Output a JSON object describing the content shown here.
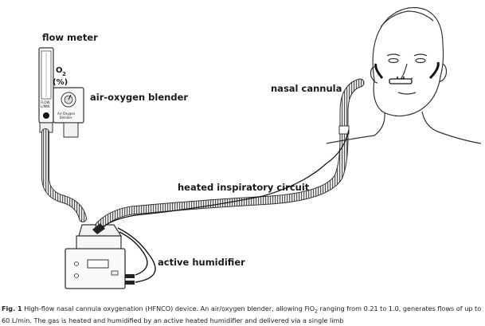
{
  "labels": {
    "flow_meter": "flow meter",
    "o2_symbol": "O",
    "o2_subscript": "2",
    "o2_unit": "(%)",
    "blender": "air-oxygen blender",
    "nasal_cannula": "nasal cannula",
    "circuit": "heated inspiratory circuit",
    "humidifier": "active humidifier"
  },
  "device_text": {
    "flowmeter_lines": [
      "FLOW",
      "L/MIN"
    ],
    "blender_lines": [
      "Air-Oxygen",
      "Blender"
    ]
  },
  "caption": {
    "fig_label": "Fig. 1",
    "text_part1": "High-flow nasal cannula oxygenation (HFNCO) device. An air/oxygen blender, allowing FiO",
    "sub": "2",
    "text_part2": " ranging from 0.21 to 1.0, generates flows of up to 60 L/min. The gas is heated and humidified by an active heated humidifier and delivered via a single limb"
  }
}
